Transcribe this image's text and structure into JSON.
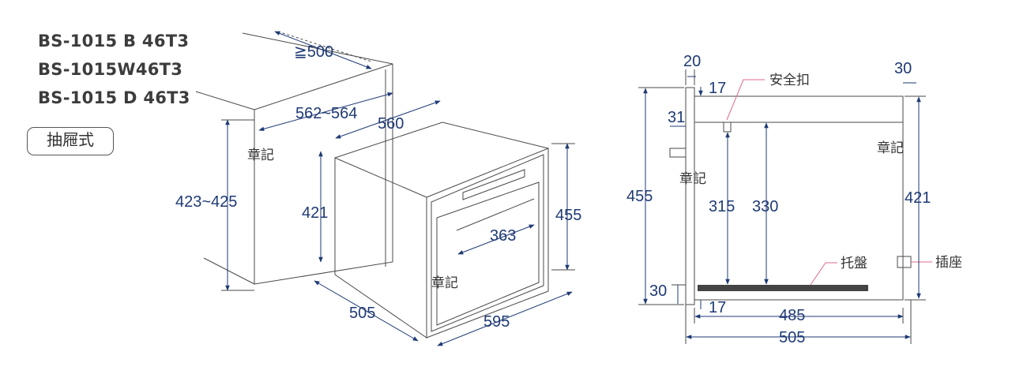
{
  "models": [
    "BS-1015 B 46T3",
    "BS-1015W46T3",
    "BS-1015 D 46T3"
  ],
  "install_type": "抽屜式",
  "front_view": {
    "depth_min": "≧500",
    "opening_width": "562~564",
    "opening_height": "423~425",
    "unit_width": "560",
    "unit_height": "421",
    "total_height": "455",
    "total_width": "595",
    "unit_depth": "505",
    "handle_width": "363",
    "stamp_cabinet": "章記",
    "stamp_oven": "章記"
  },
  "side_view": {
    "door_thickness": "20",
    "rear_offset": "30",
    "top_gap": "17",
    "safety_lock_label": "安全扣",
    "lock_drop": "31",
    "total_height": "455",
    "inner_height_a": "315",
    "inner_height_b": "330",
    "tray_label": "托盤",
    "socket_label": "插座",
    "body_height": "421",
    "bottom_gap": "30",
    "bottom_offset": "17",
    "inner_depth": "485",
    "total_depth": "505",
    "stamp_front": "章記",
    "stamp_back": "章記"
  },
  "colors": {
    "dimension": "#1f3a75",
    "outline": "#4a4a4a",
    "tray": "#444444",
    "leader": "#e06a8c"
  }
}
